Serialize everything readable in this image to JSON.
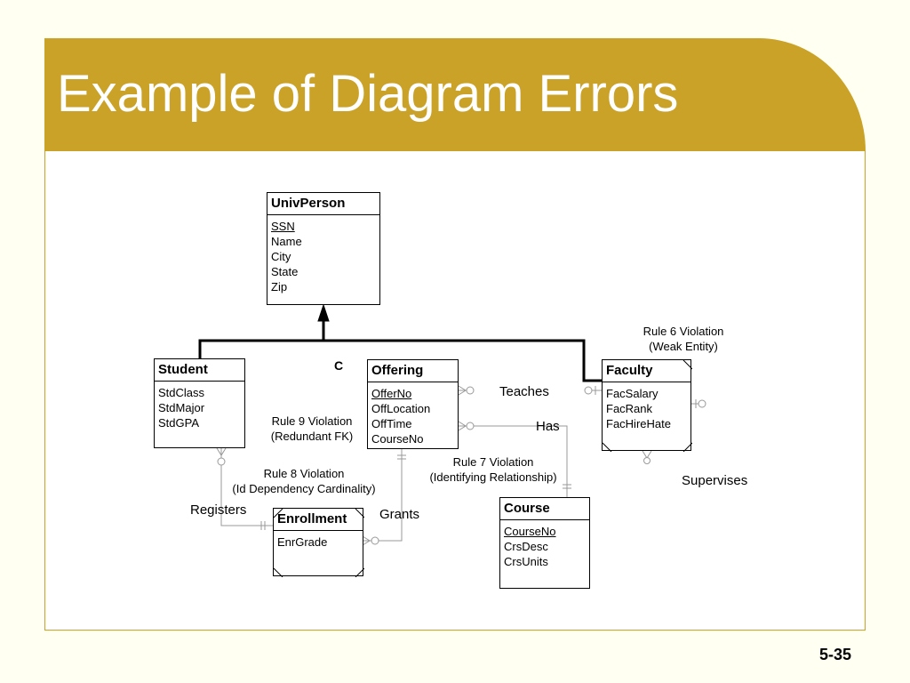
{
  "slide": {
    "title": "Example of Diagram Errors",
    "number": "5-35"
  },
  "entities": {
    "univperson": {
      "name": "UnivPerson",
      "pk": "SSN",
      "attrs": [
        "Name",
        "City",
        "State",
        "Zip"
      ]
    },
    "student": {
      "name": "Student",
      "attrs": [
        "StdClass",
        "StdMajor",
        "StdGPA"
      ]
    },
    "offering": {
      "name": "Offering",
      "pk": "OfferNo",
      "attrs": [
        "OffLocation",
        "OffTime",
        "CourseNo"
      ]
    },
    "faculty": {
      "name": "Faculty",
      "attrs": [
        "FacSalary",
        "FacRank",
        "FacHireHate"
      ]
    },
    "enrollment": {
      "name": "Enrollment",
      "attrs": [
        "EnrGrade"
      ]
    },
    "course": {
      "name": "Course",
      "pk": "CourseNo",
      "attrs": [
        "CrsDesc",
        "CrsUnits"
      ]
    }
  },
  "relationships": {
    "teaches": "Teaches",
    "has": "Has",
    "registers": "Registers",
    "grants": "Grants",
    "supervises": "Supervises"
  },
  "generalization": {
    "constraint": "C"
  },
  "annotations": {
    "rule6": {
      "line1": "Rule 6 Violation",
      "line2": "(Weak Entity)"
    },
    "rule7": {
      "line1": "Rule 7 Violation",
      "line2": "(Identifying Relationship)"
    },
    "rule8": {
      "line1": "Rule 8 Violation",
      "line2": "(Id Dependency Cardinality)"
    },
    "rule9": {
      "line1": "Rule 9 Violation",
      "line2": "(Redundant FK)"
    }
  },
  "colors": {
    "header": "#C9A227",
    "background": "#FFFFF2",
    "panel": "#FFFFFF",
    "line": "#000000"
  }
}
